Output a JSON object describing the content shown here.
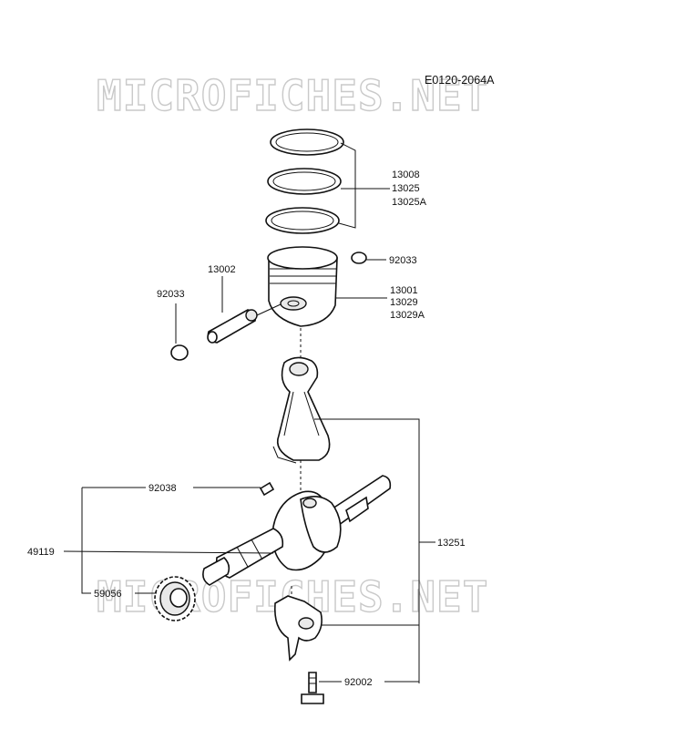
{
  "diagram": {
    "code": "E0120-2064A",
    "watermark": "MICROFICHES.NET",
    "labels": {
      "rings": [
        "13008",
        "13025",
        "13025A"
      ],
      "clip_right": "92033",
      "pin": "13002",
      "clip_left": "92033",
      "piston": [
        "13001",
        "13029",
        "13029A"
      ],
      "conrod_assy": "13251",
      "key": "92038",
      "crankshaft": "49119",
      "gear": "59056",
      "bolt": "92002"
    }
  }
}
